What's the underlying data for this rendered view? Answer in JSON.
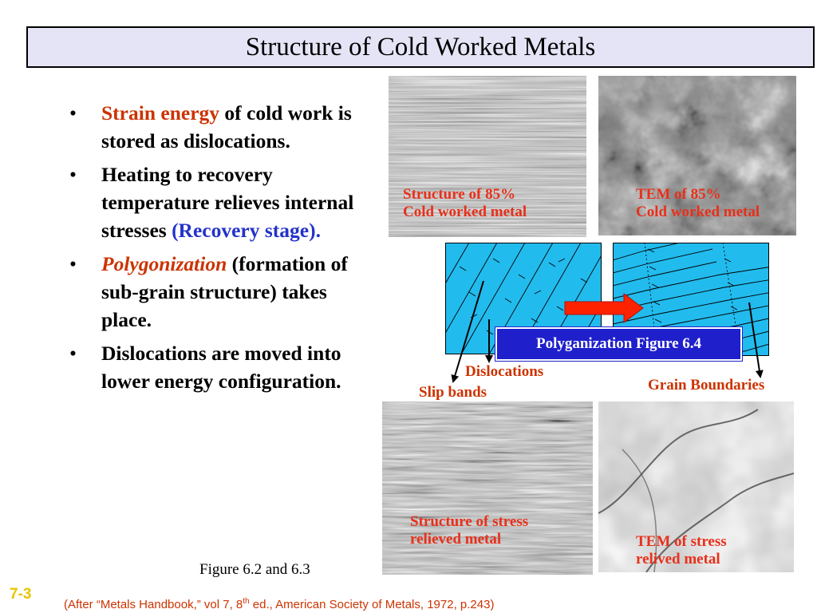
{
  "title": "Structure of Cold Worked Metals",
  "bullets": {
    "b1_highlight": "Strain energy",
    "b1_rest": " of cold work is stored as dislocations.",
    "b2_text": "Heating to recovery temperature relieves internal stresses ",
    "b2_highlight": "(Recovery stage).",
    "b3_highlight": "Polygonization",
    "b3_rest": " (formation of sub-grain structure) takes place.",
    "b4_text": "Dislocations are moved into lower energy configuration.",
    "marker": "•"
  },
  "captions": {
    "top_left_l1": "Structure of 85%",
    "top_left_l2": "Cold worked metal",
    "top_right_l1": "TEM of 85%",
    "top_right_l2": "Cold worked metal",
    "bottom_left_l1": "Structure of stress",
    "bottom_left_l2": "relieved  metal",
    "bottom_right_l1": "TEM of stress",
    "bottom_right_l2": "relived  metal"
  },
  "labels": {
    "dislocations": "Dislocations",
    "slip_bands": "Slip bands",
    "grain_boundaries": "Grain Boundaries",
    "polygonization_box": "Polyganization Figure 6.4"
  },
  "figure_caption": "Figure 6.2 and 6.3",
  "slide_number": "7-3",
  "citation": {
    "before": "(After “Metals Handbook,” vol 7, 8",
    "sup": "th",
    "after": " ed., American Society of Metals, 1972, p.243)"
  },
  "colors": {
    "title_bg": "#e4e4f6",
    "accent_red": "#cc3300",
    "accent_blue": "#2433c9",
    "diagram_fill": "#22bbee",
    "arrow_red": "#ff2200",
    "box_blue": "#1f1fcc"
  }
}
